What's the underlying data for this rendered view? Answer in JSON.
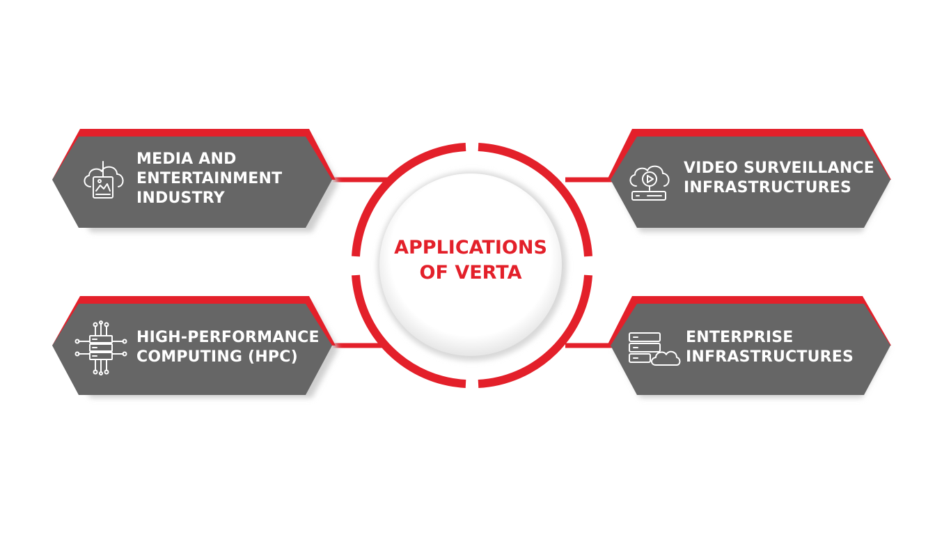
{
  "center": {
    "line1": "APPLICATIONS",
    "line2": "OF VERTA"
  },
  "nodes": {
    "media": {
      "lines": [
        "MEDIA AND",
        "ENTERTAINMENT",
        "INDUSTRY"
      ],
      "icon": "cloud-image-icon"
    },
    "video": {
      "lines": [
        "VIDEO SURVEILLANCE",
        "INFRASTRUCTURES"
      ],
      "icon": "cloud-video-icon"
    },
    "hpc": {
      "lines": [
        "HIGH-PERFORMANCE",
        "COMPUTING (HPC)"
      ],
      "icon": "server-circuit-icon"
    },
    "enterprise": {
      "lines": [
        "ENTERPRISE",
        "INFRASTRUCTURES"
      ],
      "icon": "server-cloud-icon"
    }
  },
  "colors": {
    "accent": "#e3202a",
    "box": "#666666",
    "shadow": "#d9d9d9",
    "center_bg": "#ffffff",
    "text_on_box": "#ffffff"
  }
}
